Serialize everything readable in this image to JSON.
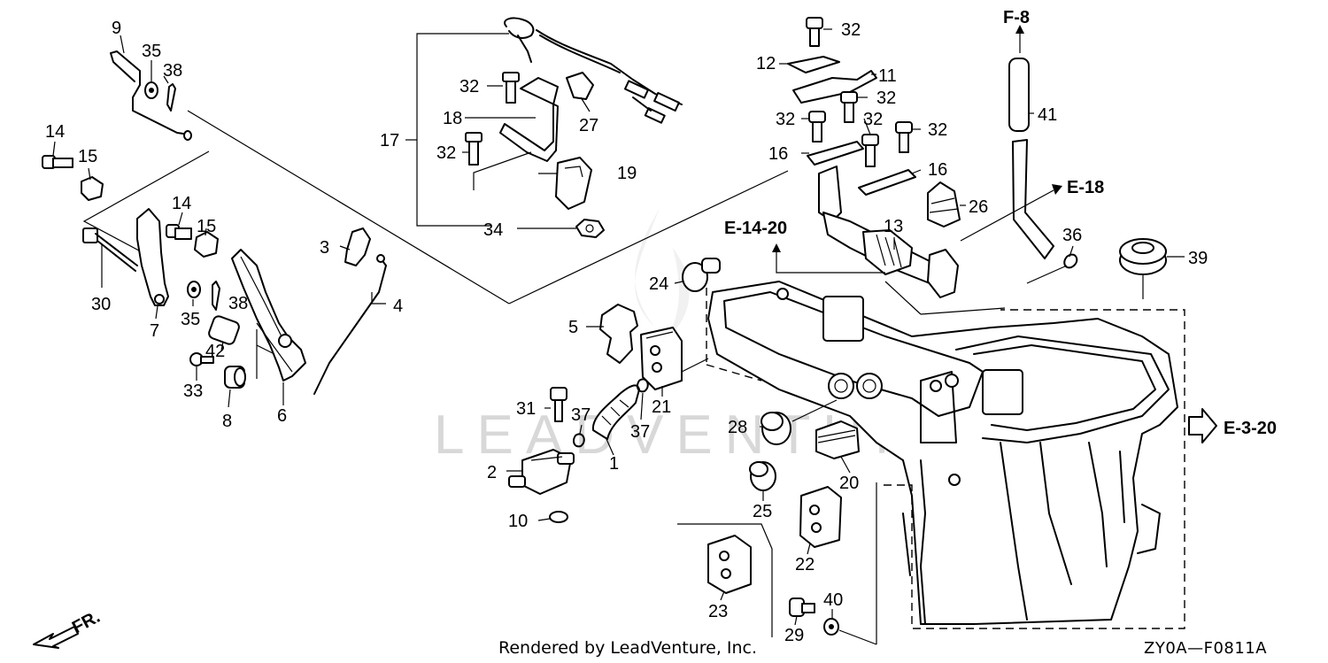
{
  "diagram": {
    "code": "ZY0A—F0811A",
    "rendered_by": "Rendered by LeadVenture, Inc.",
    "watermark": "LEADVENTURE",
    "front_label": "FR.",
    "refs": {
      "f8": "F-8",
      "e18": "E-18",
      "e1420": "E-14-20",
      "e320": "E-3-20"
    },
    "part_numbers": [
      "1",
      "2",
      "3",
      "4",
      "5",
      "6",
      "7",
      "8",
      "9",
      "10",
      "11",
      "12",
      "13",
      "14",
      "14",
      "15",
      "15",
      "16",
      "16",
      "17",
      "18",
      "19",
      "20",
      "21",
      "22",
      "23",
      "24",
      "25",
      "26",
      "27",
      "28",
      "29",
      "30",
      "31",
      "32",
      "32",
      "32",
      "32",
      "32",
      "32",
      "32",
      "33",
      "34",
      "35",
      "35",
      "36",
      "37",
      "37",
      "38",
      "38",
      "39",
      "40",
      "41",
      "42"
    ]
  }
}
